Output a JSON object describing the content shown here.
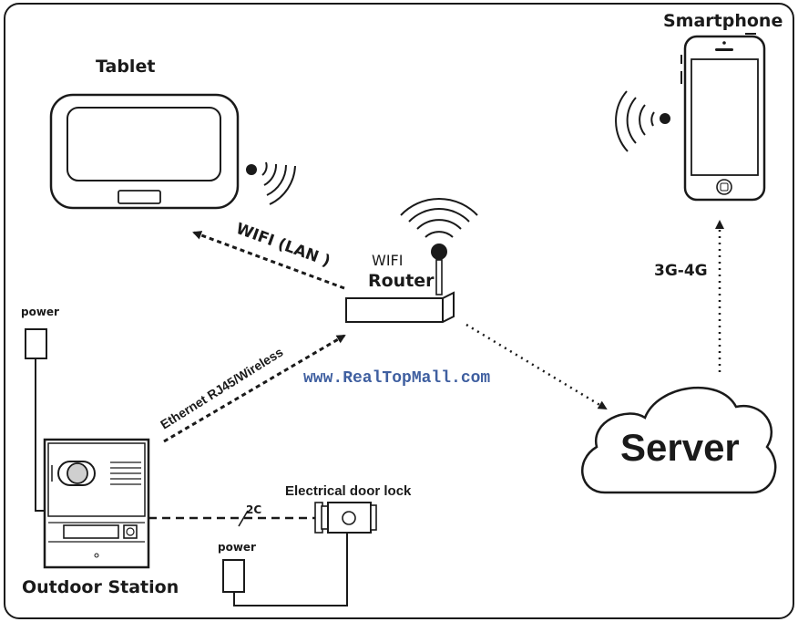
{
  "labels": {
    "tablet": "Tablet",
    "smartphone": "Smartphone",
    "wifi_lan": "WIFI (LAN )",
    "router_wifi": "WIFI",
    "router": "Router",
    "network_3g4g": "3G-4G",
    "server": "Server",
    "ethernet": "Ethernet RJ45/Wireless",
    "watermark": "www.RealTopMall.com",
    "outdoor_station": "Outdoor Station",
    "power_top": "power",
    "power_bottom": "power",
    "door_lock": "Electrical door lock",
    "wire_2c": "2C"
  }
}
